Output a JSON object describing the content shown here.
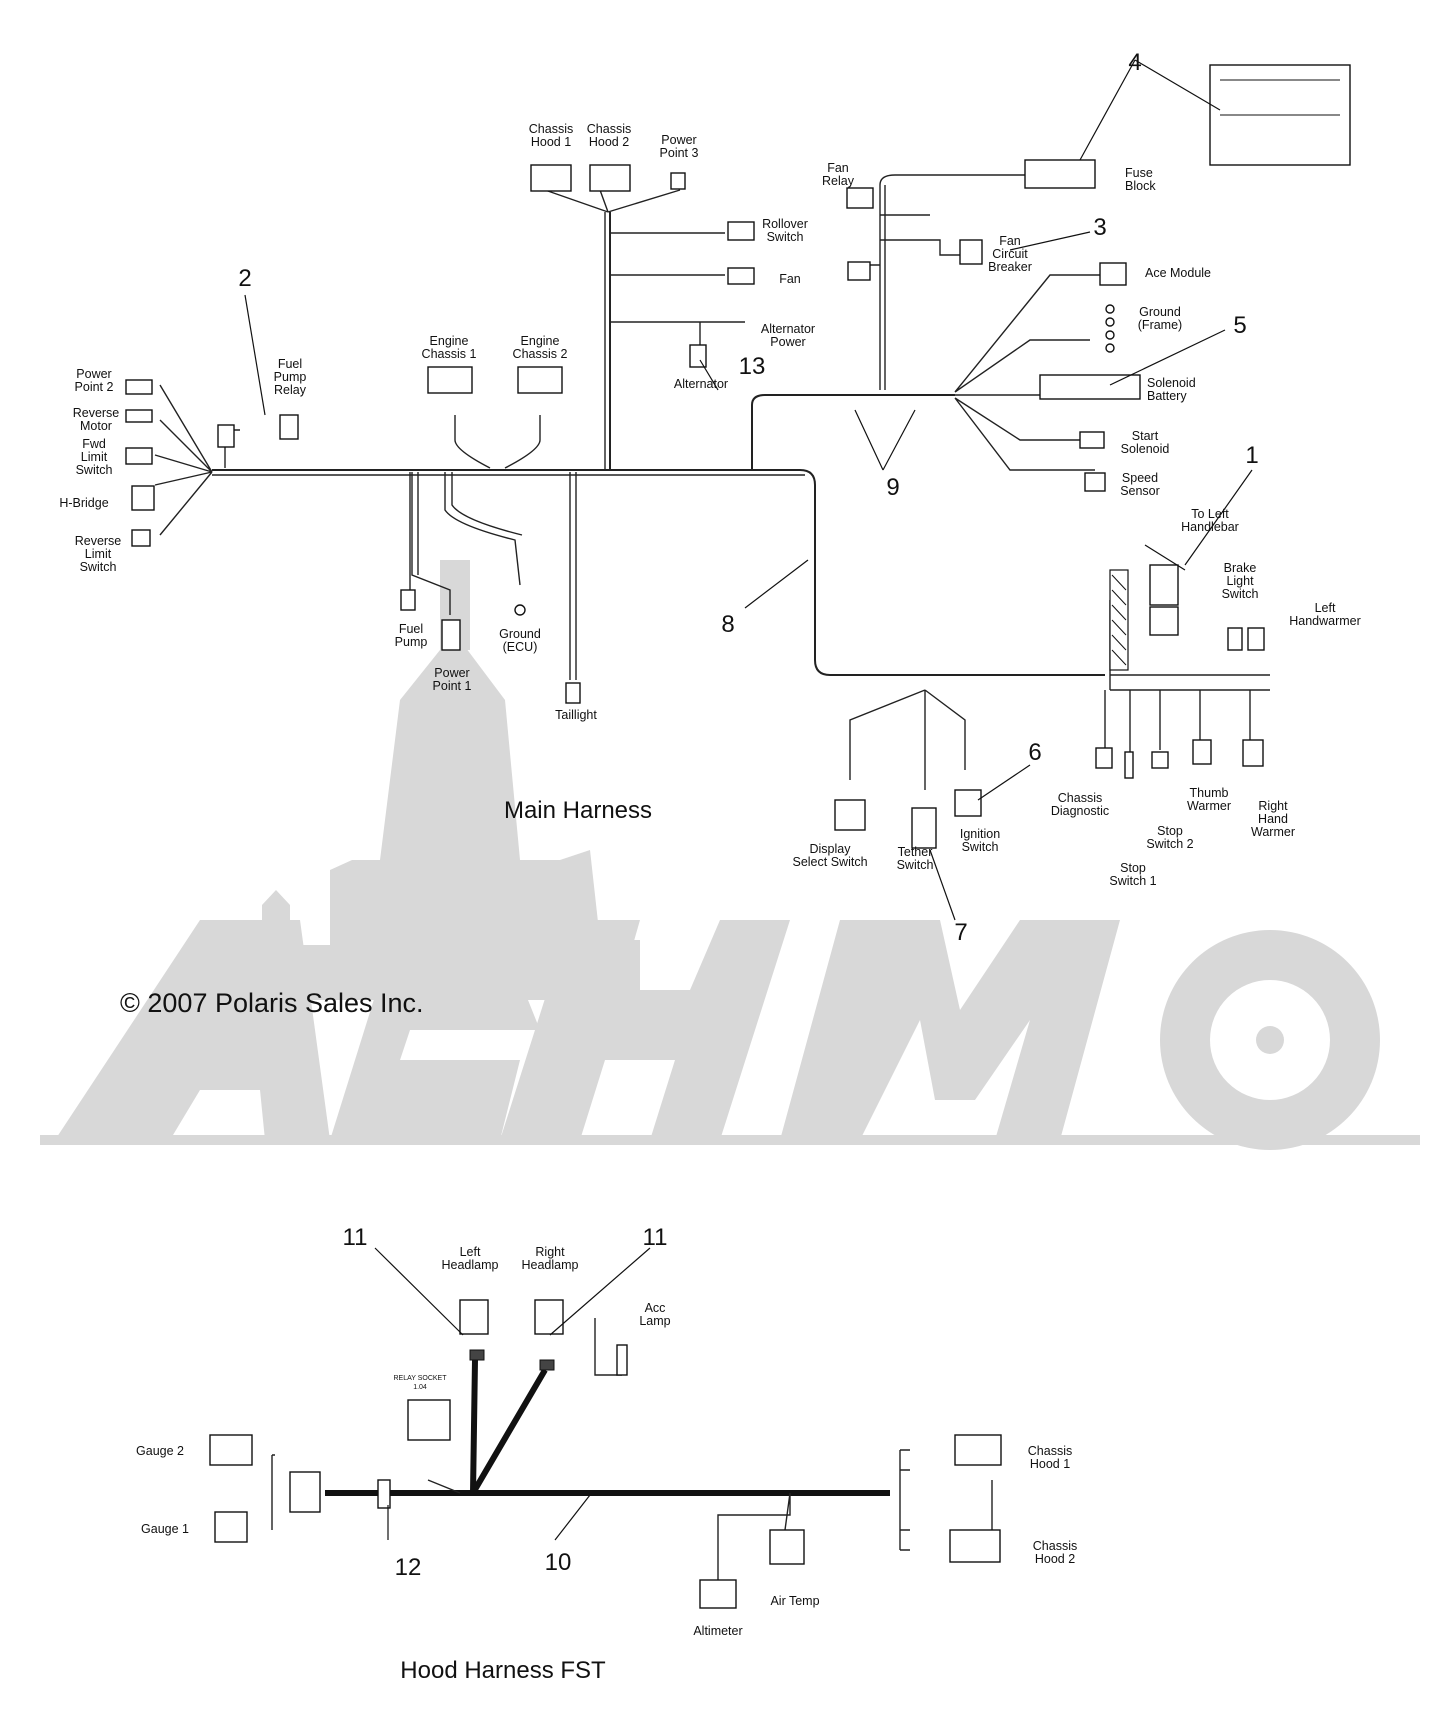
{
  "diagram": {
    "copyright": "© 2007 Polaris Sales Inc.",
    "main_title": "Main Harness",
    "hood_title": "Hood Harness  FST",
    "watermark_text": "AeHMoto",
    "main_labels": {
      "chassis_hood_1": [
        "Chassis",
        "Hood 1"
      ],
      "chassis_hood_2": [
        "Chassis",
        "Hood 2"
      ],
      "power_point_3": [
        "Power",
        "Point 3"
      ],
      "rollover_switch": [
        "Rollover",
        "Switch"
      ],
      "fan": [
        "Fan"
      ],
      "alternator_power": [
        "Alternator",
        "Power"
      ],
      "alternator": [
        "Alternator"
      ],
      "engine_chassis_1": [
        "Engine",
        "Chassis 1"
      ],
      "engine_chassis_2": [
        "Engine",
        "Chassis 2"
      ],
      "fuel_pump_relay": [
        "Fuel",
        "Pump",
        "Relay"
      ],
      "power_point_2": [
        "Power",
        "Point 2"
      ],
      "reverse_motor": [
        "Reverse",
        "Motor"
      ],
      "fwd_limit_switch": [
        "Fwd",
        "Limit",
        "Switch"
      ],
      "h_bridge": [
        "H-Bridge"
      ],
      "reverse_limit_switch": [
        "Reverse",
        "Limit",
        "Switch"
      ],
      "fuel_pump": [
        "Fuel",
        "Pump"
      ],
      "power_point_1": [
        "Power",
        "Point 1"
      ],
      "ground_ecu": [
        "Ground",
        "(ECU)"
      ],
      "taillight": [
        "Taillight"
      ],
      "fan_relay": [
        "Fan",
        "Relay"
      ],
      "fuse_block": [
        "Fuse",
        "Block"
      ],
      "fan_circuit_breaker": [
        "Fan",
        "Circuit",
        "Breaker"
      ],
      "ace_module": [
        "Ace Module"
      ],
      "ground_frame": [
        "Ground",
        "(Frame)"
      ],
      "solenoid_battery": [
        "Solenoid",
        "Battery"
      ],
      "start_solenoid": [
        "Start",
        "Solenoid"
      ],
      "speed_sensor": [
        "Speed",
        "Sensor"
      ],
      "to_left_handlebar": [
        "To Left",
        "Handlebar"
      ],
      "brake_light_switch": [
        "Brake",
        "Light",
        "Switch"
      ],
      "left_handwarmer": [
        "Left",
        "Handwarmer"
      ],
      "thumb_warmer": [
        "Thumb",
        "Warmer"
      ],
      "right_hand_warmer": [
        "Right",
        "Hand",
        "Warmer"
      ],
      "chassis_diagnostic": [
        "Chassis",
        "Diagnostic"
      ],
      "stop_switch_2": [
        "Stop",
        "Switch 2"
      ],
      "stop_switch_1": [
        "Stop",
        "Switch 1"
      ],
      "display_select_switch": [
        "Display",
        "Select Switch"
      ],
      "tether_switch": [
        "Tether",
        "Switch"
      ],
      "ignition_switch": [
        "Ignition",
        "Switch"
      ]
    },
    "hood_labels": {
      "left_headlamp": [
        "Left",
        "Headlamp"
      ],
      "right_headlamp": [
        "Right",
        "Headlamp"
      ],
      "acc_lamp": [
        "Acc",
        "Lamp"
      ],
      "gauge_2": [
        "Gauge 2"
      ],
      "gauge_1": [
        "Gauge 1"
      ],
      "chassis_hood_1": [
        "Chassis",
        "Hood 1"
      ],
      "chassis_hood_2": [
        "Chassis",
        "Hood 2"
      ],
      "altimeter": [
        "Altimeter"
      ],
      "air_temp": [
        "Air Temp"
      ]
    },
    "relay_socket_text": [
      "RELAY SOCKET",
      "1.04"
    ],
    "callouts": [
      "1",
      "2",
      "3",
      "4",
      "5",
      "6",
      "7",
      "8",
      "9",
      "10",
      "11",
      "11",
      "12",
      "13"
    ]
  }
}
